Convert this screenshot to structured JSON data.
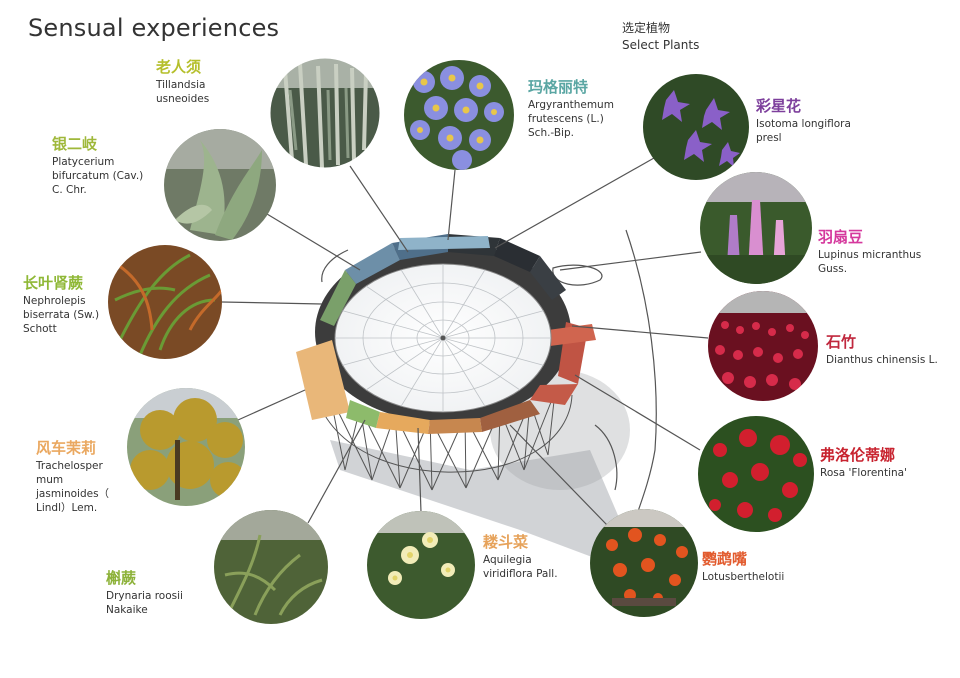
{
  "title": "Sensual experiences",
  "select_plants": {
    "cn": "选定植物",
    "en": "Select Plants"
  },
  "plants": [
    {
      "cn": "老人须",
      "latin": "Tillandsia\nusneoides",
      "color": "#b5bf2b",
      "icon": "tillandsia-photo"
    },
    {
      "cn": "玛格丽特",
      "latin": "Argyranthemum\nfrutescens (L.)\nSch.-Bip.",
      "color": "#5aa6a3",
      "icon": "argyranthemum-photo"
    },
    {
      "cn": "彩星花",
      "latin": "Isotoma longiflora\npresl",
      "color": "#7d3f9c",
      "icon": "isotoma-photo"
    },
    {
      "cn": "银二岐",
      "latin": "Platycerium\nbifurcatum (Cav.)\nC. Chr.",
      "color": "#9fb83a",
      "icon": "platycerium-photo"
    },
    {
      "cn": "羽扇豆",
      "latin": "Lupinus micranthus\nGuss.",
      "color": "#d5399d",
      "icon": "lupinus-photo"
    },
    {
      "cn": "长叶肾蕨",
      "latin": "Nephrolepis\nbiserrata (Sw.)\nSchott",
      "color": "#8fb836",
      "icon": "nephrolepis-photo"
    },
    {
      "cn": "石竹",
      "latin": "Dianthus chinensis L.",
      "color": "#c0283e",
      "icon": "dianthus-photo"
    },
    {
      "cn": "风车茉莉",
      "latin": "Trachelosper\nmum\njasminoides（\nLindl）Lem.",
      "color": "#eaa860",
      "icon": "trachelospermum-photo"
    },
    {
      "cn": "弗洛伦蒂娜",
      "latin": "Rosa 'Florentina'",
      "color": "#c8232f",
      "icon": "rosa-photo"
    },
    {
      "cn": "槲蕨",
      "latin": "Drynaria roosii\nNakaike",
      "color": "#8db23a",
      "icon": "drynaria-photo"
    },
    {
      "cn": "耧斗菜",
      "latin": "Aquilegia\nviridiflora Pall.",
      "color": "#e6a25a",
      "icon": "aquilegia-photo"
    },
    {
      "cn": "鹦鹉嘴",
      "latin": "Lotusberthelotii",
      "color": "#e25b2e",
      "icon": "lotus-photo"
    }
  ]
}
